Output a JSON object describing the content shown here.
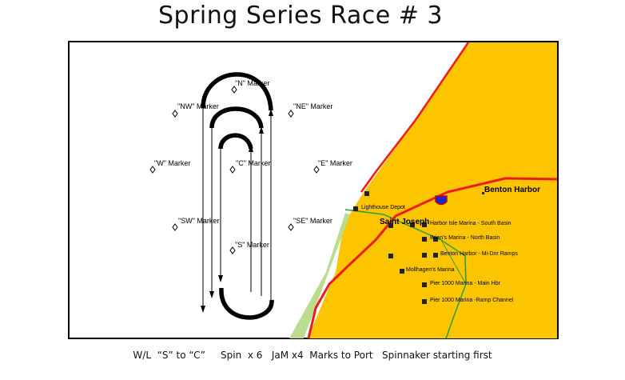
{
  "title": "Spring Series Race # 3",
  "markers": {
    "n": "\"N\" Marker",
    "nw": "\"NW\" Marker",
    "ne": "\"NE\" Marker",
    "w": "\"W\" Marker",
    "c": "\"C\" Marker",
    "e": "\"E\" Marker",
    "sw": "\"SW\" Marker",
    "se": "\"SE\" Marker",
    "s": "\"S\" Marker"
  },
  "places": {
    "lighthouse": "Lighthouse Depot",
    "saint_joseph": "Saint Joseph",
    "benton_harbor": "Benton Harbor",
    "harbor_isle": "Harbor Isle Marina - South Basin",
    "brians": "Brian's Marina - North Basin",
    "benton_ramps": "Benton Harbor - Mi-Dnr Ramps",
    "mollhagens": "Mollhagen's Marina",
    "pier_main": "Pier 1000 Marina - Main Hbr",
    "pier_ramp": "Pier 1000 Marina -Ramp Channel"
  },
  "colors": {
    "land": "#fcc500",
    "shore_strip": "#b9dc8e",
    "road": "#ee1b1b",
    "rail": "#2a9b3f",
    "course": "#000000"
  },
  "caption": "W/L  “S” to “C”     Spin  x 6   JaM x4  Marks to Port   Spinnaker starting first"
}
